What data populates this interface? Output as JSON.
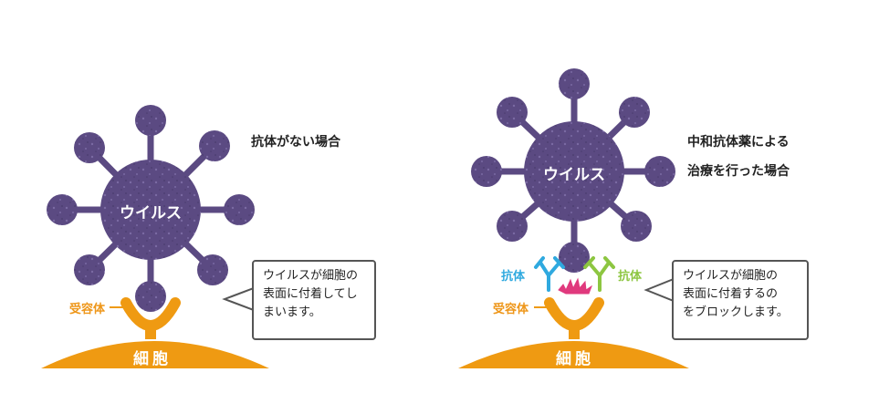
{
  "colors": {
    "virus": "#5b4a82",
    "virus_speckle": "#7a6aa3",
    "cell": "#ef9a12",
    "receptor": "#ef9a12",
    "antibody_left": "#2fa9df",
    "antibody_right": "#8dc641",
    "spark": "#e0397d"
  },
  "left_panel": {
    "heading": "抗体がない場合",
    "virus_label": "ウイルス",
    "receptor_label": "受容体",
    "cell_label": "細胞",
    "callout_lines": [
      "ウイルスが細胞の",
      "表面に付着してし",
      "まいます。"
    ]
  },
  "right_panel": {
    "heading_lines": [
      "中和抗体薬による",
      "治療を行った場合"
    ],
    "virus_label": "ウイルス",
    "antibody_left_label": "抗体",
    "antibody_right_label": "抗体",
    "receptor_label": "受容体",
    "cell_label": "細胞",
    "callout_lines": [
      "ウイルスが細胞の",
      "表面に付着するの",
      "をブロックします。"
    ]
  }
}
